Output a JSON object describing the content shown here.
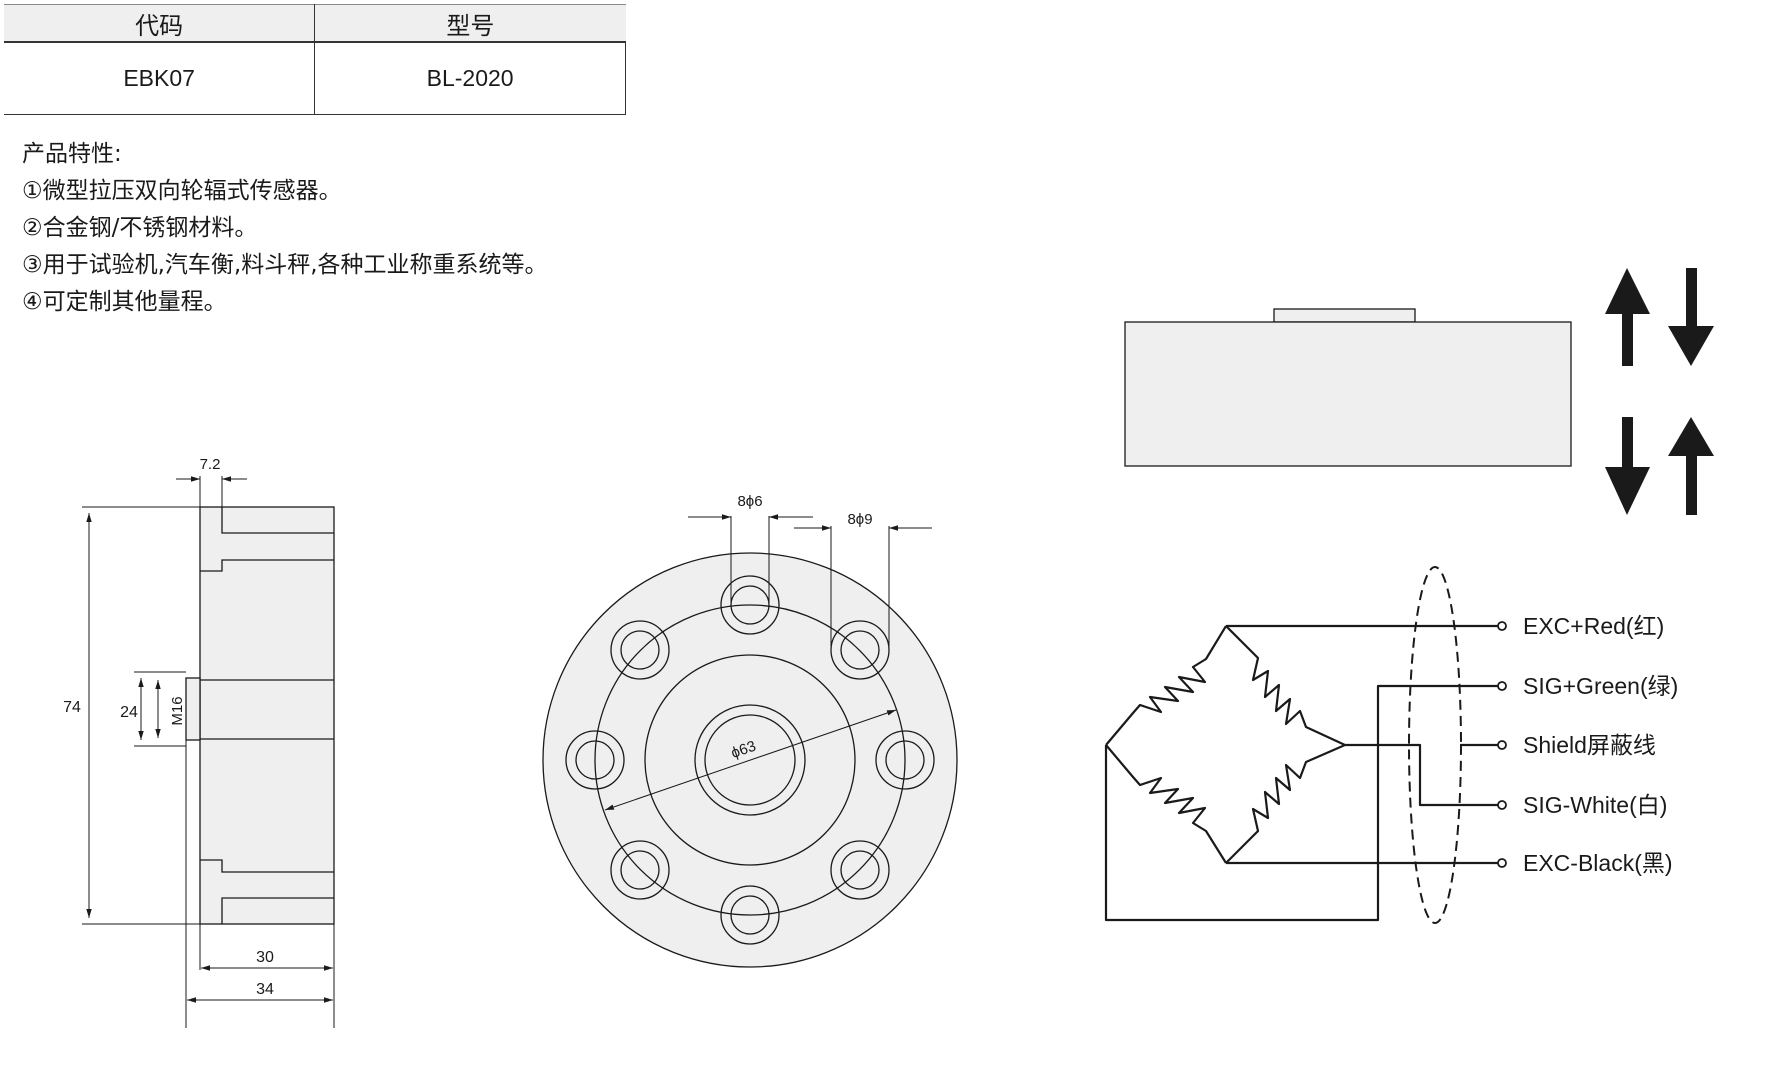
{
  "table": {
    "headers": [
      "代码",
      "型号"
    ],
    "rows": [
      [
        "EBK07",
        "BL-2020"
      ]
    ]
  },
  "features": {
    "heading": "产品特性:",
    "items": [
      "①微型拉压双向轮辐式传感器。",
      "②合金钢/不锈钢材料。",
      "③用于试验机,汽车衡,料斗秤,各种工业称重系统等。",
      "④可定制其他量程。"
    ]
  },
  "side_view": {
    "dim_top": "7.2",
    "dim_height": "74",
    "dim_bore": "24",
    "thread": "M16",
    "dim_30": "30",
    "dim_34": "34"
  },
  "front_view": {
    "holes_small": "8ϕ6",
    "holes_large": "8ϕ9",
    "diameter": "ϕ63"
  },
  "wiring": {
    "labels": [
      "EXC+Red(红)",
      "SIG+Green(绿)",
      "Shield屏蔽线",
      "SIG-White(白)",
      "EXC-Black(黑)"
    ]
  },
  "colors": {
    "line": "#1a1a1a",
    "fill": "#efefef"
  }
}
